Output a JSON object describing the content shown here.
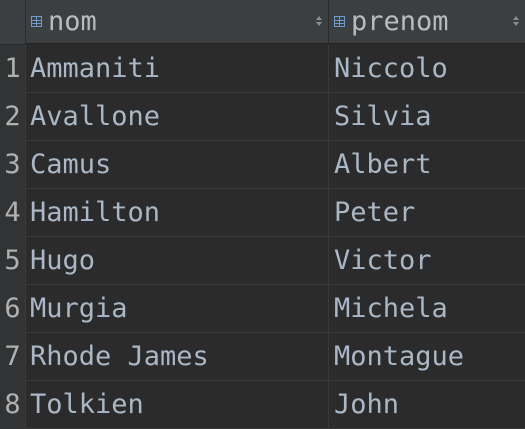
{
  "table": {
    "columns": [
      {
        "label": "nom",
        "icon": "column-icon"
      },
      {
        "label": "prenom",
        "icon": "column-icon"
      }
    ],
    "rows": [
      {
        "num": "1",
        "nom": "Ammaniti",
        "prenom": "Niccolo"
      },
      {
        "num": "2",
        "nom": "Avallone",
        "prenom": "Silvia"
      },
      {
        "num": "3",
        "nom": "Camus",
        "prenom": "Albert"
      },
      {
        "num": "4",
        "nom": "Hamilton",
        "prenom": "Peter"
      },
      {
        "num": "5",
        "nom": "Hugo",
        "prenom": "Victor"
      },
      {
        "num": "6",
        "nom": "Murgia",
        "prenom": "Michela"
      },
      {
        "num": "7",
        "nom": "Rhode James",
        "prenom": "Montague"
      },
      {
        "num": "8",
        "nom": "Tolkien",
        "prenom": "John"
      }
    ]
  },
  "colors": {
    "background": "#2b2b2b",
    "header": "#3c3f41",
    "text": "#a9b7c6"
  }
}
